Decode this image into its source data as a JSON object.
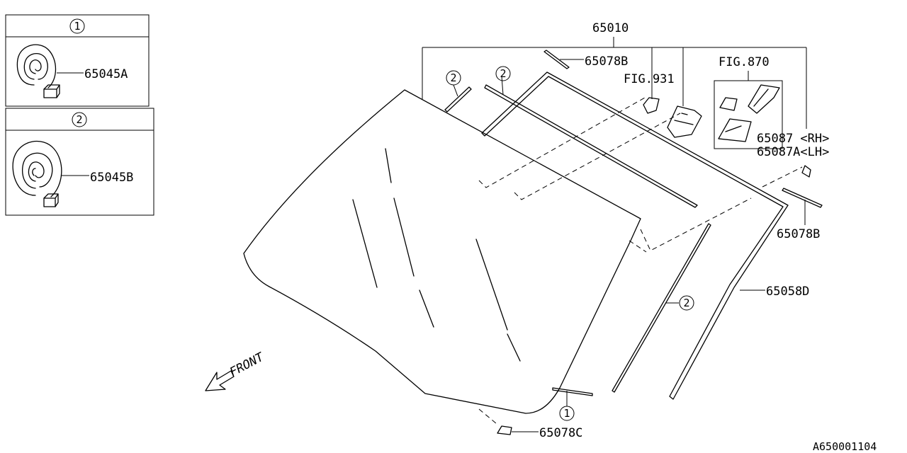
{
  "diagram": {
    "part_labels": {
      "assembly": "65010",
      "molding_upper": "65078B",
      "fig_931": "FIG.931",
      "fig_870": "FIG.870",
      "clip_rh": "65087 <RH>",
      "clip_lh": "65087A<LH>",
      "molding_side": "65078B",
      "dam": "65058D",
      "fastener_lower": "65078C",
      "tape_a": "65045A",
      "tape_b": "65045B"
    },
    "callouts": {
      "one": "1",
      "two": "2"
    },
    "front_indicator": "FRONT",
    "drawing_number": "A650001104"
  }
}
